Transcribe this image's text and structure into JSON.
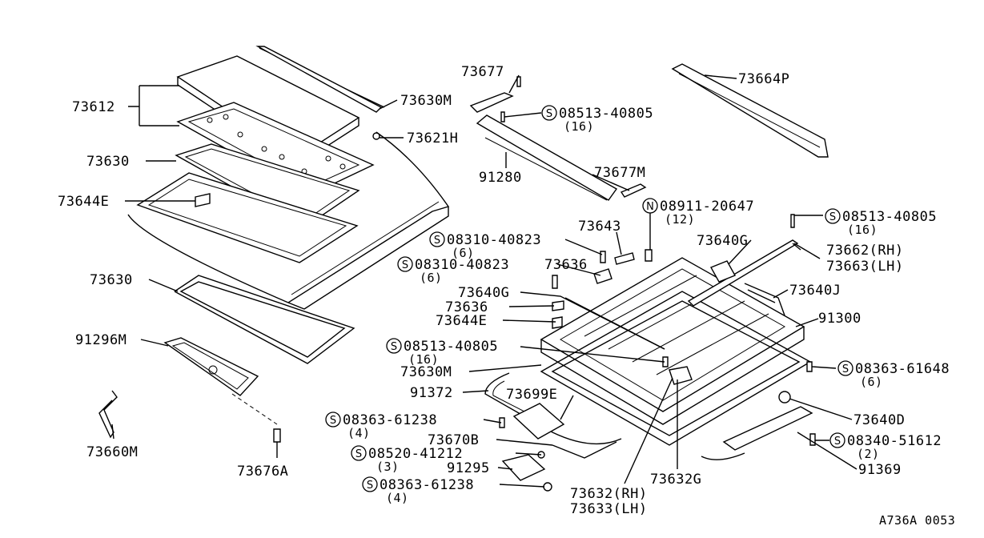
{
  "diagram": {
    "reference_code": "A736A 0053",
    "labels": {
      "p73612": "73612",
      "p73630_top": "73630",
      "p73644E_top": "73644E",
      "p73630_bottom": "73630",
      "p91296M": "91296M",
      "p73660M": "73660M",
      "p73676A": "73676A",
      "p73630M_top": "73630M",
      "p73621H": "73621H",
      "p73677": "73677",
      "p08513_top": "08513-40805",
      "q08513_top": "(16)",
      "p91280": "91280",
      "p73677M": "73677M",
      "p73664P": "73664P",
      "p08911": "08911-20647",
      "q08911": "(12)",
      "p08513_right": "08513-40805",
      "q08513_right": "(16)",
      "p73643": "73643",
      "p08310_a": "08310-40823",
      "q08310_a": "(6)",
      "p08310_b": "08310-40823",
      "q08310_b": "(6)",
      "p73636_a": "73636",
      "p73640G_right": "73640G",
      "p73662": "73662(RH)",
      "p73663": "73663(LH)",
      "p73640G_left": "73640G",
      "p73640J": "73640J",
      "p73636_b": "73636",
      "p73644E_mid": "73644E",
      "p91300": "91300",
      "p08513_mid": "08513-40805",
      "q08513_mid": "(16)",
      "p73630M_mid": "73630M",
      "p08363_right": "08363-61648",
      "q08363_right": "(6)",
      "p91372": "91372",
      "p73699E": "73699E",
      "p73640D": "73640D",
      "p08363_a": "08363-61238",
      "q08363_a": "(4)",
      "p73670B": "73670B",
      "p08340": "08340-51612",
      "q08340": "(2)",
      "p08520": "08520-41212",
      "q08520": "(3)",
      "p91295": "91295",
      "p91369": "91369",
      "p08363_b": "08363-61238",
      "q08363_b": "(4)",
      "p73632": "73632(RH)",
      "p73633": "73633(LH)",
      "p73632G": "73632G"
    },
    "symbols": {
      "screw": "S",
      "nut": "N"
    }
  }
}
